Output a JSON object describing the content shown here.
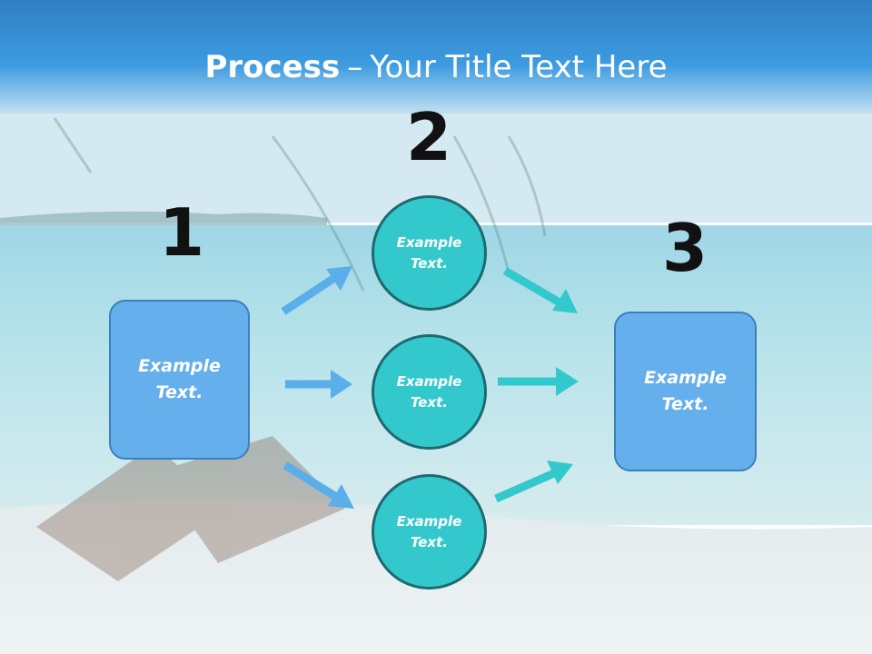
{
  "title": {
    "bold": "Process",
    "dash": "–",
    "rest": "Your Title Text Here"
  },
  "steps": {
    "one": "1",
    "two": "2",
    "three": "3"
  },
  "nodes": {
    "left_box": "Example Text.",
    "circle_top": "Example Text.",
    "circle_middle": "Example Text.",
    "circle_bottom": "Example Text.",
    "right_box": "Example Text."
  },
  "colors": {
    "box_fill": "#64afec",
    "circle_fill": "#33c9cc",
    "arrow_blue": "#5aaeea",
    "arrow_teal": "#33c9cc"
  }
}
